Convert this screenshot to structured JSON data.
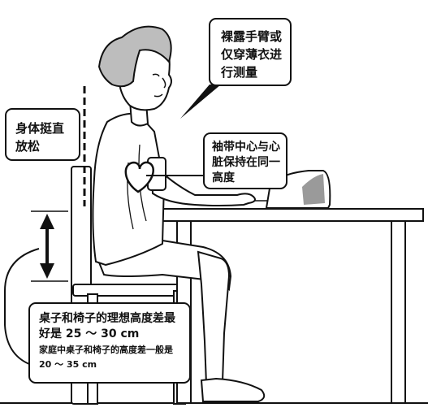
{
  "callouts": {
    "undress": {
      "lines": [
        "裸露手臂或",
        "仅穿薄衣进",
        "行测量"
      ]
    },
    "posture": {
      "lines": [
        "身体挺直",
        "放松"
      ]
    },
    "cuff": {
      "lines": [
        "袖带中心与心",
        "脏保持在同一",
        "高度"
      ]
    },
    "height": {
      "main_lines": [
        "桌子和椅子的理想高度差最",
        "好是 25 ～ 30 cm"
      ],
      "sub_lines": [
        "家庭中桌子和椅子的高度差一般是",
        "20 ～ 35 cm"
      ]
    }
  },
  "icons": {
    "heart": "heart-icon",
    "height_arrow": "double-arrow-icon",
    "cuff_pointer": "pointer-line"
  },
  "colors": {
    "ink": "#111111",
    "background": "#ffffff",
    "shade": "#bdbdbd"
  }
}
